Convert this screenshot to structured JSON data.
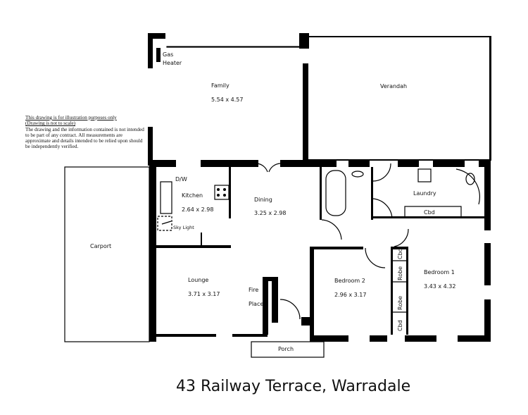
{
  "disclaimer": {
    "line1": "This drawing is for illustration purposes only",
    "line2": "(Drawing is not to scale)",
    "body": "The drawing and the information contained is not intended to be part of any contract.  All measurements are approximate and details intended to be relied upon should be independently verified."
  },
  "rooms": {
    "family": {
      "name": "Family",
      "size": "5.54 x 4.57"
    },
    "verandah": {
      "name": "Verandah"
    },
    "gas_heater": {
      "line1": "Gas",
      "line2": "Heater"
    },
    "kitchen": {
      "name": "Kitchen",
      "size": "2.64 x 2.98"
    },
    "dw": "D/W",
    "sky_light": "Sky Light",
    "dining": {
      "name": "Dining",
      "size": "3.25 x 2.98"
    },
    "laundry": {
      "name": "Laundry"
    },
    "laundry_cbd": "Cbd",
    "carport": {
      "name": "Carport"
    },
    "lounge": {
      "name": "Lounge",
      "size": "3.71 x 3.17"
    },
    "fire_place": {
      "line1": "Fire",
      "line2": "Place"
    },
    "bedroom2": {
      "name": "Bedroom 2",
      "size": "2.96 x 3.17"
    },
    "bedroom1": {
      "name": "Bedroom 1",
      "size": "3.43 x 4.32"
    },
    "robes": [
      "Cbd",
      "Robe",
      "Robe",
      "Cbd"
    ],
    "porch": {
      "name": "Porch"
    }
  },
  "title": "43 Railway Terrace, Warradale"
}
